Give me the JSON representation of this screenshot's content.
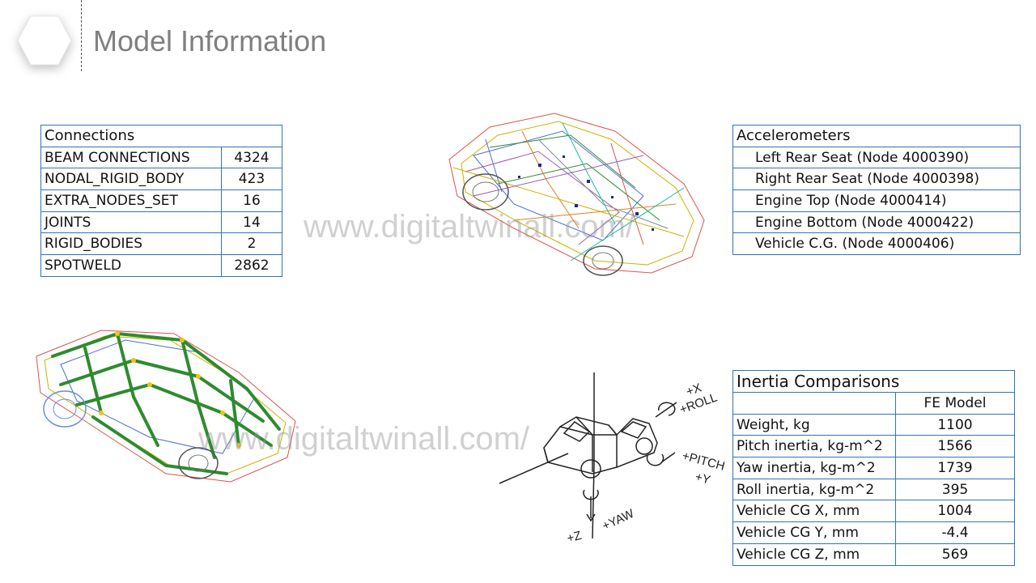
{
  "header": {
    "title": "Model Information"
  },
  "watermarks": [
    "www.digitaltwinall.com/",
    "www.digitaltwinall.com/"
  ],
  "connections": {
    "title": "Connections",
    "rows": [
      {
        "name": "BEAM CONNECTIONS",
        "value": "4324"
      },
      {
        "name": "NODAL_RIGID_BODY",
        "value": "423"
      },
      {
        "name": "EXTRA_NODES_SET",
        "value": "16"
      },
      {
        "name": "JOINTS",
        "value": "14"
      },
      {
        "name": "RIGID_BODIES",
        "value": "2"
      },
      {
        "name": "SPOTWELD",
        "value": "2862"
      }
    ]
  },
  "accelerometers": {
    "title": "Accelerometers",
    "items": [
      "Left Rear Seat (Node 4000390)",
      "Right Rear Seat (Node 4000398)",
      "Engine Top (Node 4000414)",
      "Engine Bottom (Node 4000422)",
      "Vehicle C.G. (Node 4000406)"
    ]
  },
  "inertia": {
    "title": "Inertia Comparisons",
    "column_header": "FE Model",
    "rows": [
      {
        "name": "Weight, kg",
        "value": "1100"
      },
      {
        "name": "Pitch inertia,  kg-m^2",
        "value": "1566"
      },
      {
        "name": "Yaw inertia,  kg-m^2",
        "value": "1739"
      },
      {
        "name": "Roll inertia,  kg-m^2",
        "value": "395"
      },
      {
        "name": "Vehicle CG X,   mm",
        "value": "1004"
      },
      {
        "name": "Vehicle CG Y,   mm",
        "value": "-4.4"
      },
      {
        "name": "Vehicle CG Z,   mm",
        "value": "569"
      }
    ]
  },
  "axes_diagram": {
    "x_label": "+X",
    "roll_label": "+ROLL",
    "pitch_label": "+PITCH",
    "y_label": "+Y",
    "z_label": "+Z",
    "yaw_label": "+YAW"
  },
  "colors": {
    "table_border": "#2e75b6",
    "title": "#7f7f7f",
    "mesh_green": "#2e8b2e"
  }
}
